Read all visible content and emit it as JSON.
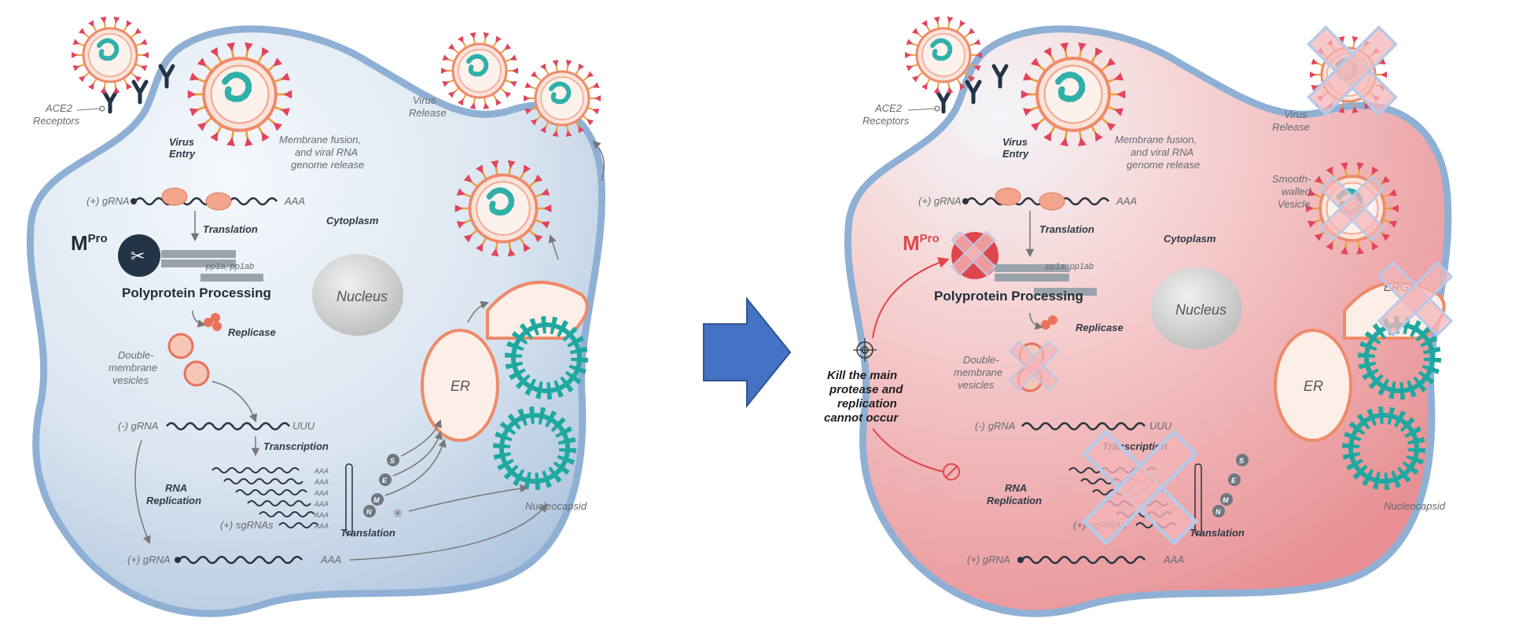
{
  "left_panel": {
    "ace2": [
      "ACE2",
      "Receptors"
    ],
    "virus_entry": [
      "Virus",
      "Entry"
    ],
    "membrane_fusion": [
      "Membrane fusion,",
      "and viral RNA",
      "genome release"
    ],
    "virus_release": [
      "Virus",
      "Release"
    ],
    "gRNA_plus": "(+) gRNA",
    "aaa": "AAA",
    "translation": "Translation",
    "cytoplasm": "Cytoplasm",
    "mpro_m": "M",
    "mpro_sup": "Pro",
    "pp1a": "pp1a, pp1ab",
    "polyprotein": "Polyprotein Processing",
    "nucleus": "Nucleus",
    "replicase": "Replicase",
    "double_membrane": [
      "Double-",
      "membrane",
      "vesicles"
    ],
    "er": "ER",
    "gRNA_minus": "(-) gRNA",
    "uuu": "UUU",
    "transcription": "Transcription",
    "rna_replication": [
      "RNA",
      "Replication"
    ],
    "sgrnas": "(+) sgRNAs",
    "translation2": "Translation",
    "nucleocapsid": "Nucleocapsid",
    "protein_symbols": [
      "S",
      "E",
      "M",
      "N"
    ],
    "gRNA_plus_bottom": "(+) gRNA"
  },
  "right_panel": {
    "ace2": [
      "ACE2",
      "Receptors"
    ],
    "virus_entry": [
      "Virus",
      "Entry"
    ],
    "membrane_fusion": [
      "Membrane fusion,",
      "and viral RNA",
      "genome release"
    ],
    "virus_release": [
      "Virus",
      "Release"
    ],
    "smooth_vesicle": [
      "Smooth-",
      "walled",
      "Vesicle"
    ],
    "gRNA_plus": "(+) gRNA",
    "aaa": "AAA",
    "translation": "Translation",
    "cytoplasm": "Cytoplasm",
    "mpro_m": "M",
    "mpro_sup": "Pro",
    "pp1a": "pp1a, pp1ab",
    "polyprotein": "Polyprotein Processing",
    "nucleus": "Nucleus",
    "replicase": "Replicase",
    "double_membrane": [
      "Double-",
      "membrane",
      "vesicles"
    ],
    "ergic": "ERGIC",
    "er": "ER",
    "gRNA_minus": "(-) gRNA",
    "uuu": "UUU",
    "transcription": "Transcription",
    "rna_replication": [
      "RNA",
      "Replication"
    ],
    "sgrnas": "(+) sgRNAs",
    "translation2": "Translation",
    "nucleocapsid": "Nucleocapsid",
    "protein_symbols": [
      "S",
      "E",
      "M",
      "N"
    ],
    "gRNA_plus_bottom": "(+) gRNA",
    "kill_text": [
      "Kill the main",
      "protease and",
      "replication",
      "cannot occur"
    ]
  },
  "colors": {
    "arrow": "#4472c4",
    "cell_membrane": "#8fb0d4",
    "inhibition": "#e0474c",
    "x_fill": "#f4b6b8",
    "x_outline": "#b7c9e8"
  }
}
